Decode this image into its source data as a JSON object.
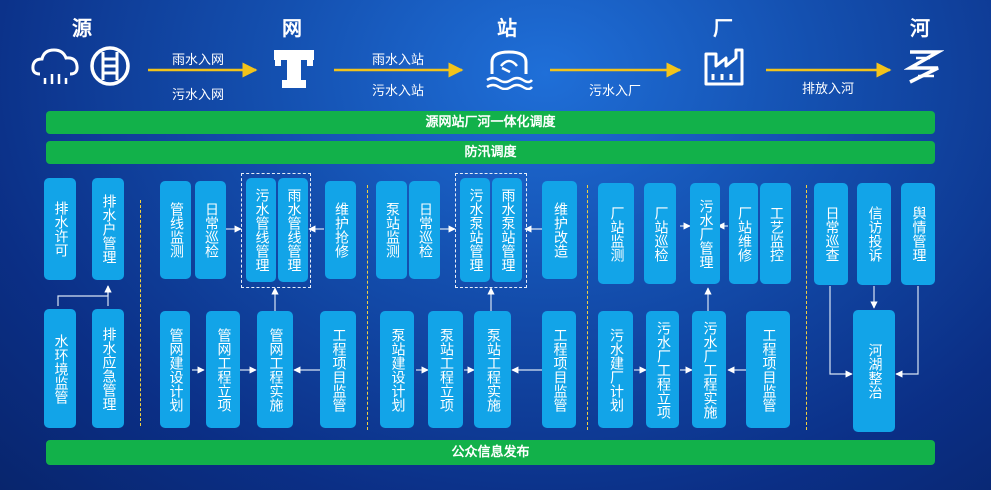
{
  "top_row": {
    "headers": [
      "源",
      "网",
      "站",
      "厂",
      "河"
    ],
    "flows": [
      {
        "top": "雨水入网",
        "bottom": "污水入网"
      },
      {
        "top": "雨水入站",
        "bottom": "污水入站"
      },
      {
        "top": "",
        "bottom": "污水入厂"
      },
      {
        "top": "",
        "bottom": "排放入河"
      }
    ],
    "icons": [
      "rain-cloud-icon",
      "grid-sewer-icon",
      "pipe-network-icon",
      "pump-station-icon",
      "factory-icon",
      "river-icon"
    ]
  },
  "bars": {
    "integrated_dispatch": "源网站厂河一体化调度",
    "flood_dispatch": "防汛调度",
    "public_info": "公众信息发布"
  },
  "boxes": {
    "drain_permit": "排水许可",
    "drain_user_mgmt": "排水户管理",
    "water_env_monitor": "水环境监管",
    "drain_emergency": "排水应急管理",
    "pipe_monitor": "管线监测",
    "daily_patrol_1": "日常巡检",
    "sewage_pipe_mgmt": "污水管线管理",
    "rain_pipe_mgmt": "雨水管线管理",
    "maint_repair": "维护抢修",
    "net_plan": "管网建设计划",
    "net_project": "管网工程立项",
    "net_impl": "管网工程实施",
    "net_supervise": "工程项目监管",
    "pump_monitor": "泵站监测",
    "daily_patrol_2": "日常巡检",
    "sewage_pump_mgmt": "污水泵站管理",
    "rain_pump_mgmt": "雨水泵站管理",
    "maint_renovate": "维护改造",
    "pump_plan": "泵站建设计划",
    "pump_project": "泵站工程立项",
    "pump_impl": "泵站工程实施",
    "pump_supervise": "工程项目监管",
    "plant_monitor": "厂站监测",
    "plant_patrol": "厂站巡检",
    "sewage_plant_mgmt": "污水厂管理",
    "plant_maint": "厂站维修",
    "process_control": "工艺监控",
    "plant_plan": "污水建厂计划",
    "plant_project": "污水厂工程立项",
    "plant_impl": "污水厂工程实施",
    "plant_supervise": "工程项目监管",
    "daily_inspect": "日常巡查",
    "petition": "信访投诉",
    "public_opinion": "舆情管理",
    "river_lake": "河湖整治"
  },
  "colors": {
    "box": "#12a4e8",
    "bar": "#12b14a",
    "arrow": "#f2c31b",
    "divider": "#f0d040"
  }
}
